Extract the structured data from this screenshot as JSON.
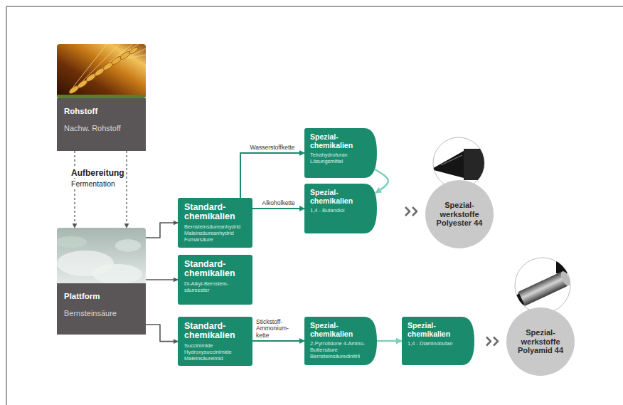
{
  "diagram": {
    "nodes": [
      {
        "text": [
          "Rohstoff",
          "Nachw. Rohstoff"
        ]
      },
      {
        "text": [
          "Plattform",
          "Bernsteinsäure"
        ]
      },
      {
        "text": [
          "Standard- chemikalien",
          "Bernsteinsäureanhydrid Maleinsäureanhydrid Fumarsäure"
        ]
      },
      {
        "text": [
          "Spezial- chemikalien",
          "Tetrahydrofuran Lösungsmittel"
        ]
      },
      {
        "text": [
          "Spezial- chemikalien",
          "1,4 - Butandiol"
        ]
      },
      {
        "text": [
          "Spezial- werkstoffe",
          "Polyester 44"
        ]
      },
      {
        "text": [
          "Standard- chemikalien",
          "Di-Alkyl-Bernstein- säureester"
        ]
      },
      {
        "text": [
          "Standard- chemikalien",
          "Succinimide Hydroxysuccinimide Maleinsäureimid"
        ]
      },
      {
        "text": [
          "Spezial- chemikalien",
          "2-Pyrrolidone 4-Amino-Buttersäure Bernsteinsäuredinitril"
        ]
      },
      {
        "text": [
          "Spezial- chemikalien",
          "1,4 - Diaminobutan"
        ]
      },
      {
        "text": [
          "Spezial- werkstoffe",
          "Polyamid 44"
        ]
      }
    ],
    "edges": [
      {
        "from": 0,
        "to": 1,
        "arrow": "to"
      },
      {
        "from": 0,
        "to": 1,
        "arrow": "to"
      },
      {
        "from": 1,
        "to": 2,
        "arrow": "to"
      },
      {
        "from": 1,
        "to": 6,
        "arrow": "to"
      },
      {
        "from": 1,
        "to": 7,
        "arrow": "to"
      },
      {
        "from": 2,
        "to": 3,
        "label": "Wasserstoffkette",
        "arrow": "to"
      },
      {
        "from": 2,
        "to": 4,
        "label": "Alkoholkette",
        "arrow": "to"
      },
      {
        "from": 3,
        "to": 4,
        "arrow": "to"
      },
      {
        "from": 4,
        "to": 5,
        "arrow": "to"
      },
      {
        "from": 7,
        "to": 8,
        "label": "Stickstoff- Ammonium- kette",
        "arrow": "to"
      },
      {
        "from": 8,
        "to": 9,
        "arrow": "to"
      },
      {
        "from": 9,
        "to": 10,
        "arrow": "to"
      }
    ],
    "labels": [
      "Aufbereitung",
      "Fermentation"
    ]
  }
}
